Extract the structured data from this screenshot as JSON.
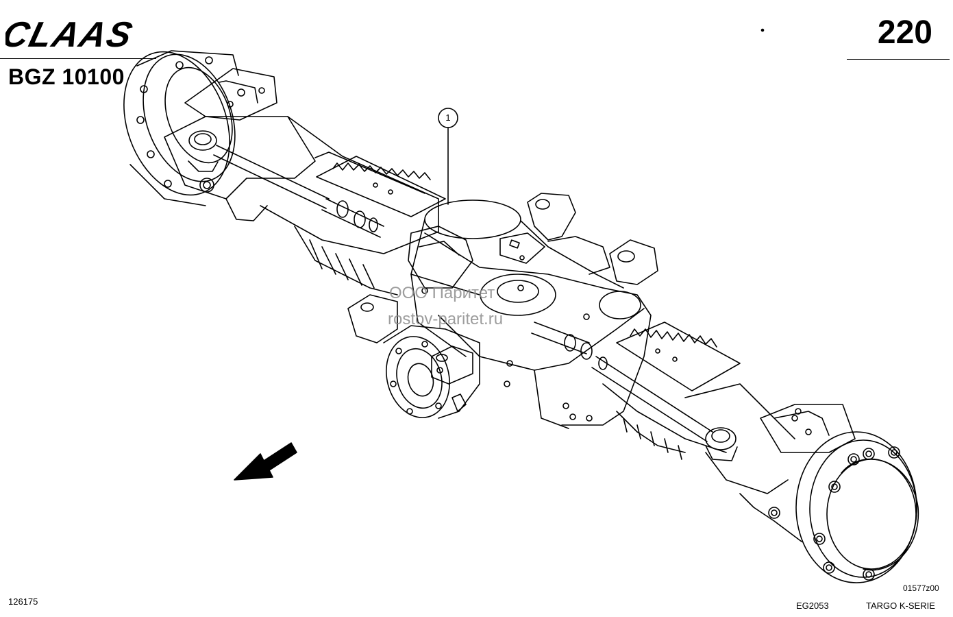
{
  "header": {
    "brand": "CLAAS",
    "doc_code": "BGZ 10100",
    "page_number": "220"
  },
  "callouts": [
    {
      "label": "1"
    }
  ],
  "watermark": {
    "line1": "ООО Паритет",
    "line2": "rostov-paritet.ru"
  },
  "footer": {
    "left_number": "126175",
    "drawing_ref": "01577z00",
    "eg_code": "EG2053",
    "series": "TARGO K-SERIE"
  },
  "colors": {
    "ink": "#000000",
    "paper": "#ffffff",
    "watermark": "#8c8c8c"
  },
  "icons": {
    "direction_arrow": "arrow-down-left-icon",
    "callout_marker": "callout-circle"
  }
}
